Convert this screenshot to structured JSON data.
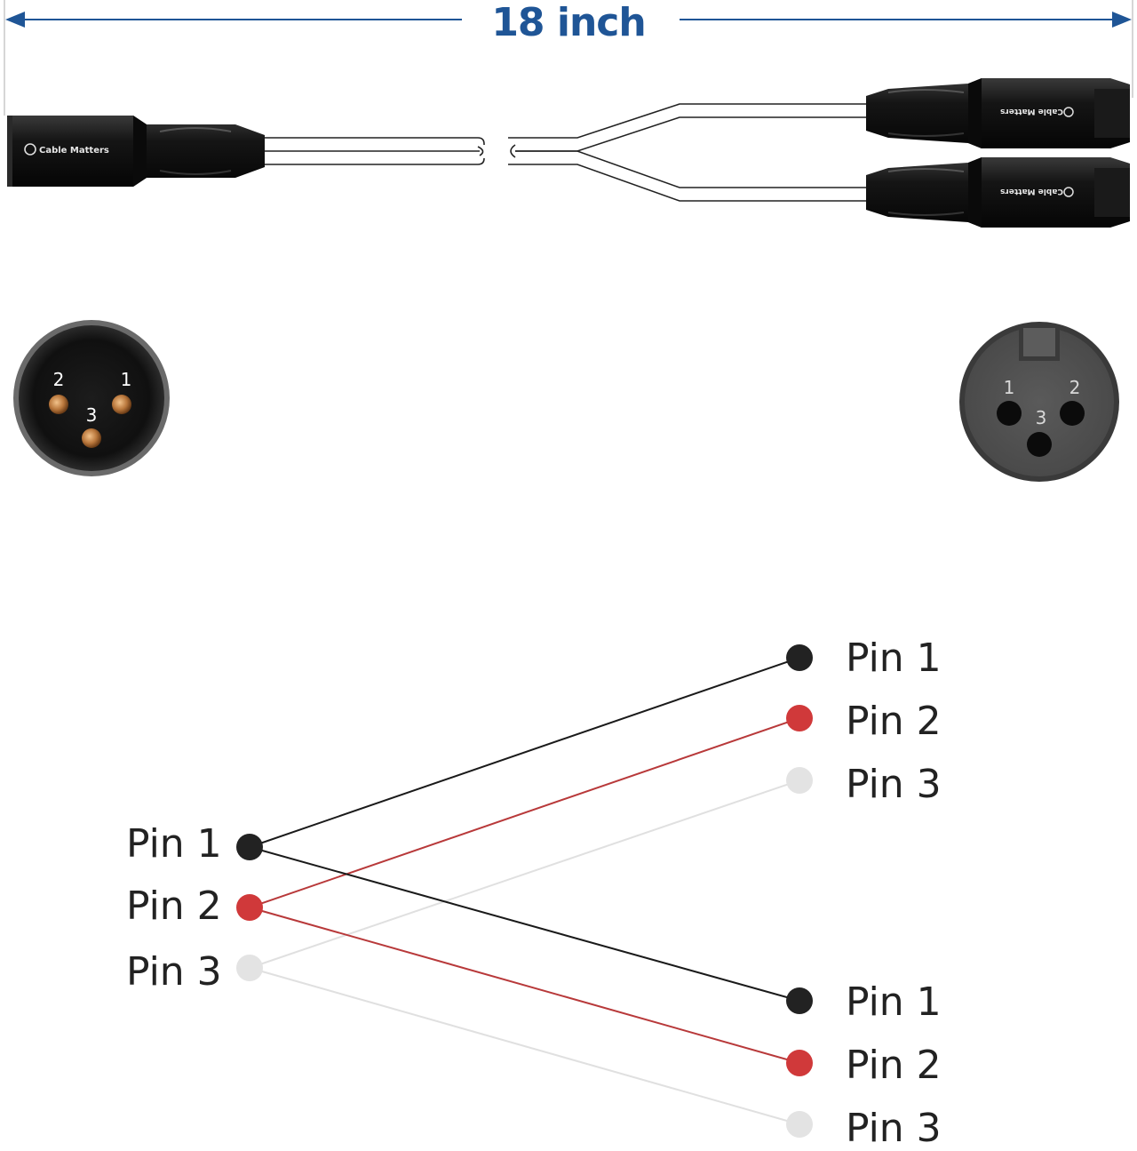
{
  "length_label": "18 inch",
  "brand_label": "Cable Matters",
  "male_end": {
    "pins": [
      {
        "number": "2"
      },
      {
        "number": "1"
      },
      {
        "number": "3"
      }
    ]
  },
  "female_end": {
    "pins": [
      {
        "number": "1"
      },
      {
        "number": "2"
      },
      {
        "number": "3"
      }
    ]
  },
  "wiring": {
    "source_pins": [
      "Pin 1",
      "Pin 2",
      "Pin 3"
    ],
    "output_a_pins": [
      "Pin 1",
      "Pin 2",
      "Pin 3"
    ],
    "output_b_pins": [
      "Pin 1",
      "Pin 2",
      "Pin 3"
    ],
    "colors": {
      "pin1": "#222222",
      "pin2": "#d0393a",
      "pin3": "#dcdcdc"
    }
  },
  "colors": {
    "dimension_blue": "#1f5596",
    "connector_black": "#111111"
  }
}
